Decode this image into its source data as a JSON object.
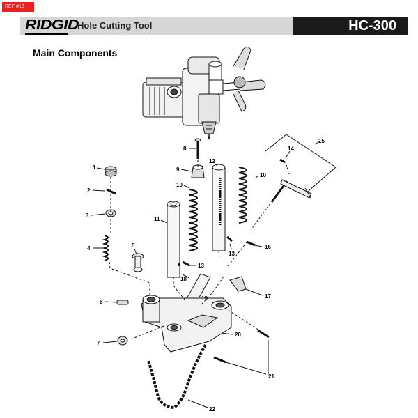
{
  "header": {
    "ref_tag": "REF #13",
    "brand_logo": "RIDGID",
    "product_title": "Hole Cutting Tool",
    "model": "HC-300"
  },
  "section_title": "Main Components",
  "callouts": [
    "1",
    "2",
    "3",
    "4",
    "5",
    "6",
    "7",
    "8",
    "9",
    "10",
    "10",
    "11",
    "12",
    "13",
    "13",
    "14",
    "15",
    "16",
    "17",
    "18",
    "19",
    "20",
    "21",
    "22"
  ],
  "colors": {
    "ref_tag": "#e8201f",
    "header_band": "#d6d6d6",
    "model_box": "#1a1a1a"
  }
}
